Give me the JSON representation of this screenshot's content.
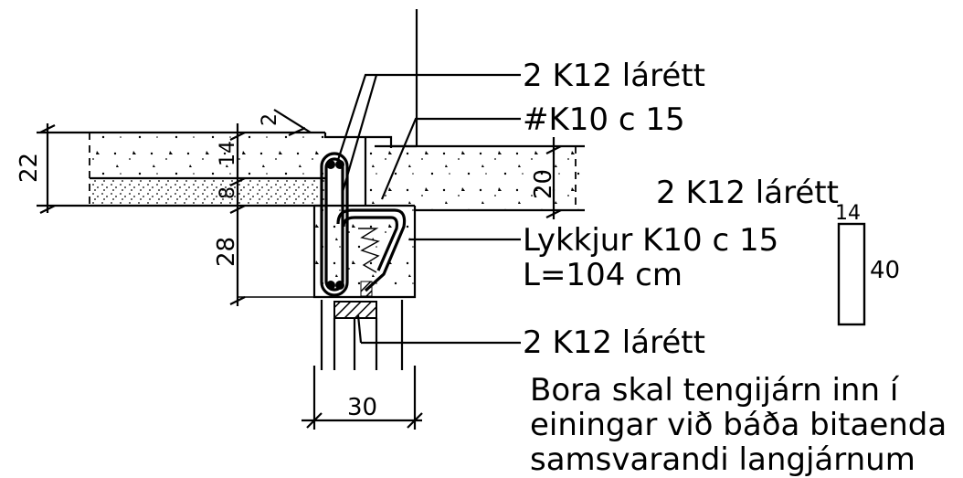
{
  "labels": {
    "top_bars": "2 K12 lárétt",
    "mesh": "#K10 c 15",
    "side_bars": "2 K12 lárétt",
    "loops_line1": "Lykkjur K10 c 15",
    "loops_line2": "L=104 cm",
    "bottom_bars": "2 K12 lárétt",
    "note_line1": "Bora skal tengijárn inn í",
    "note_line2": "einingar við báða bitaenda",
    "note_line3": "samsvarandi langjárnum"
  },
  "dimensions": {
    "slab_total": "22",
    "gap": "2",
    "slab_top": "14",
    "insulation": "8",
    "slab_right": "20",
    "beam_depth": "28",
    "beam_width": "30",
    "section_width": "14",
    "section_height": "40"
  }
}
